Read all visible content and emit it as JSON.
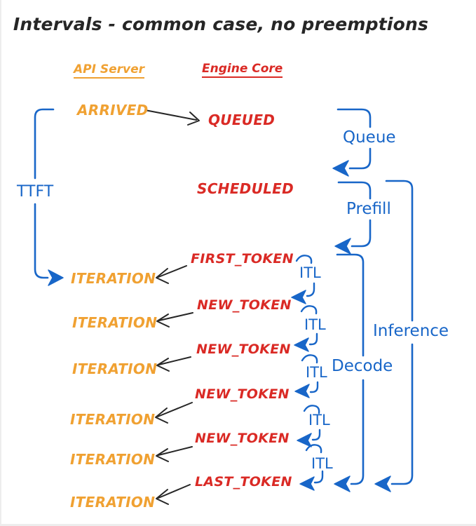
{
  "title": "Intervals - common case, no preemptions",
  "columns": {
    "api_server": "API Server",
    "engine_core": "Engine Core"
  },
  "api_events": {
    "arrived": "ARRIVED",
    "iterations": [
      "ITERATION",
      "ITERATION",
      "ITERATION",
      "ITERATION",
      "ITERATION",
      "ITERATION"
    ]
  },
  "engine_events": {
    "queued": "QUEUED",
    "scheduled": "SCHEDULED",
    "tokens": [
      "FIRST_TOKEN",
      "NEW_TOKEN",
      "NEW_TOKEN",
      "NEW_TOKEN",
      "NEW_TOKEN",
      "LAST_TOKEN"
    ]
  },
  "intervals": {
    "ttft": "TTFT",
    "queue": "Queue",
    "prefill": "Prefill",
    "decode": "Decode",
    "inference": "Inference",
    "itl": [
      "ITL",
      "ITL",
      "ITL",
      "ITL",
      "ITL"
    ]
  },
  "colors": {
    "blue": "#1866C8",
    "orange": "#F0A132",
    "red": "#DA2A25",
    "ink": "#262626"
  }
}
